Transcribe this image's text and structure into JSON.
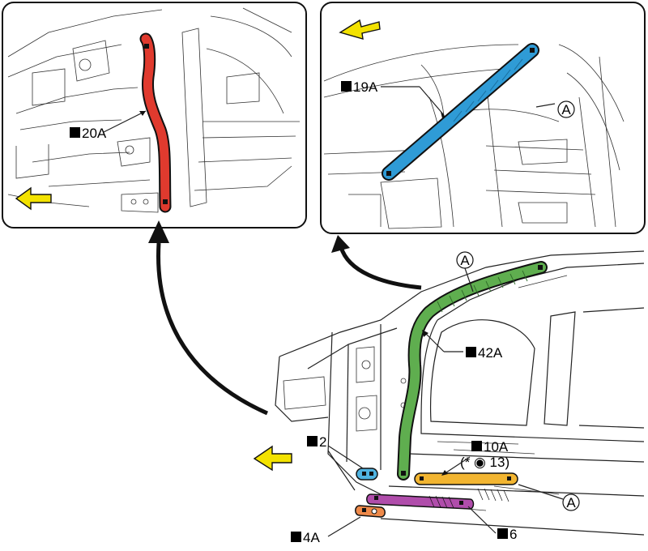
{
  "labels": {
    "part_20a": "20A",
    "part_19a": "19A",
    "part_42a": "42A",
    "part_2": "2",
    "part_10a": "10A",
    "part_13": "(* ◉ 13)",
    "part_4a": "4A",
    "part_6": "6",
    "ref_a_top": "A",
    "ref_a_mid": "A",
    "ref_a_bottom": "A"
  },
  "colors": {
    "hinge_pillar_reinforcement": "#e03a2e",
    "roof_rail_inner": "#2f9bd6",
    "front_pillar_roof_rail": "#5fae4f",
    "bracket_2": "#4fb3e0",
    "side_sill_10a": "#f2b531",
    "side_sill_6": "#b04dab",
    "part_4a": "#ef8a4a",
    "direction_arrow": "#f3e200"
  },
  "icons": {
    "front_direction": "arrow-left-icon",
    "callout_marker": "black-square-icon",
    "reference_marker": "circle-a-icon"
  }
}
